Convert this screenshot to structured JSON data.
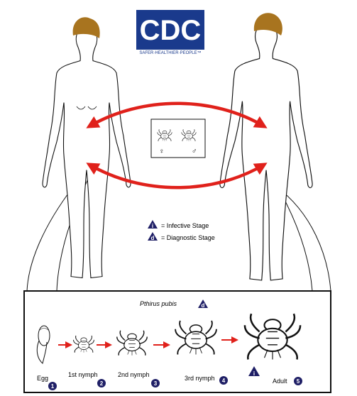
{
  "logo": {
    "text": "CDC",
    "tagline": "SAFER·HEALTHIER·PEOPLE™",
    "colors": {
      "blue": "#1a3a8c",
      "white": "#ffffff"
    }
  },
  "couple": {
    "female_symbol": "♀",
    "male_symbol": "♂"
  },
  "legend": {
    "infective": {
      "marker": "i",
      "label": "= Infective Stage"
    },
    "diagnostic": {
      "marker": "d",
      "label": "= Diagnostic Stage"
    }
  },
  "lifecycle": {
    "species": "Pthirus pubis",
    "species_marker": "d",
    "infective_marker": "i",
    "stages": [
      {
        "label": "Egg",
        "number": "1"
      },
      {
        "label": "1st nymph",
        "number": "2"
      },
      {
        "label": "2nd nymph",
        "number": "3"
      },
      {
        "label": "3rd nymph",
        "number": "4"
      },
      {
        "label": "Adult",
        "number": "5"
      }
    ]
  },
  "colors": {
    "arrow_red": "#e0211b",
    "badge_navy": "#1f1f66",
    "hair_brown": "#a8741f",
    "outline": "#111111"
  }
}
